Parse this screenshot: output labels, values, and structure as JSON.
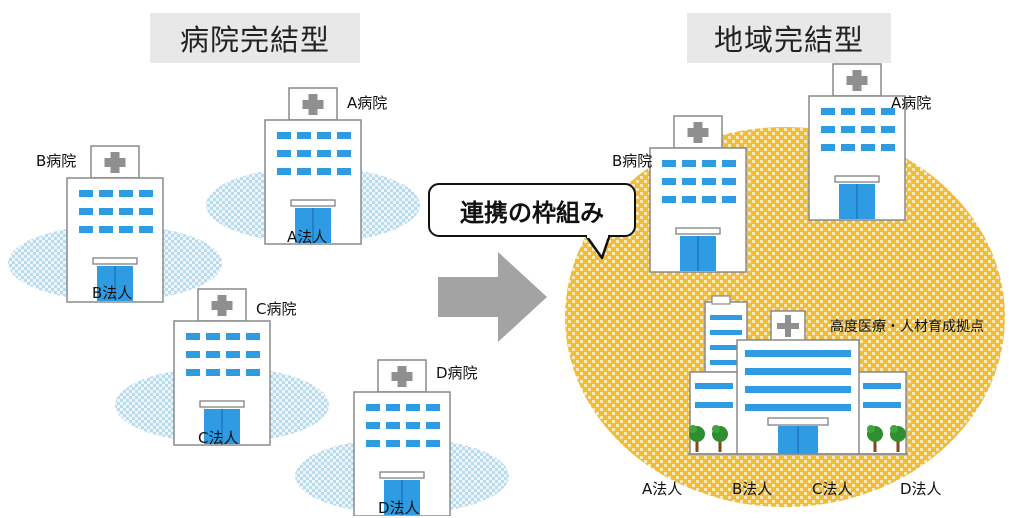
{
  "left_title": "病院完結型",
  "right_title": "地域完結型",
  "callout": "連携の枠組み",
  "left": {
    "hospital_a": "A病院",
    "hospital_b": "B病院",
    "hospital_c": "C病院",
    "hospital_d": "D病院",
    "corp_a": "A法人",
    "corp_b": "B法人",
    "corp_c": "C法人",
    "corp_d": "D法人"
  },
  "right": {
    "hospital_a": "A病院",
    "hospital_b": "B病院",
    "hub": "高度医療・人材育成拠点",
    "corp_a": "A法人",
    "corp_b": "B法人",
    "corp_c": "C法人",
    "corp_d": "D法人"
  },
  "colors": {
    "corp_area": "#b7dcef",
    "region_area": "#f2bd36",
    "arrow": "#a3a3a3",
    "window": "#2e9be3",
    "title_bg": "#e8e8e8"
  }
}
